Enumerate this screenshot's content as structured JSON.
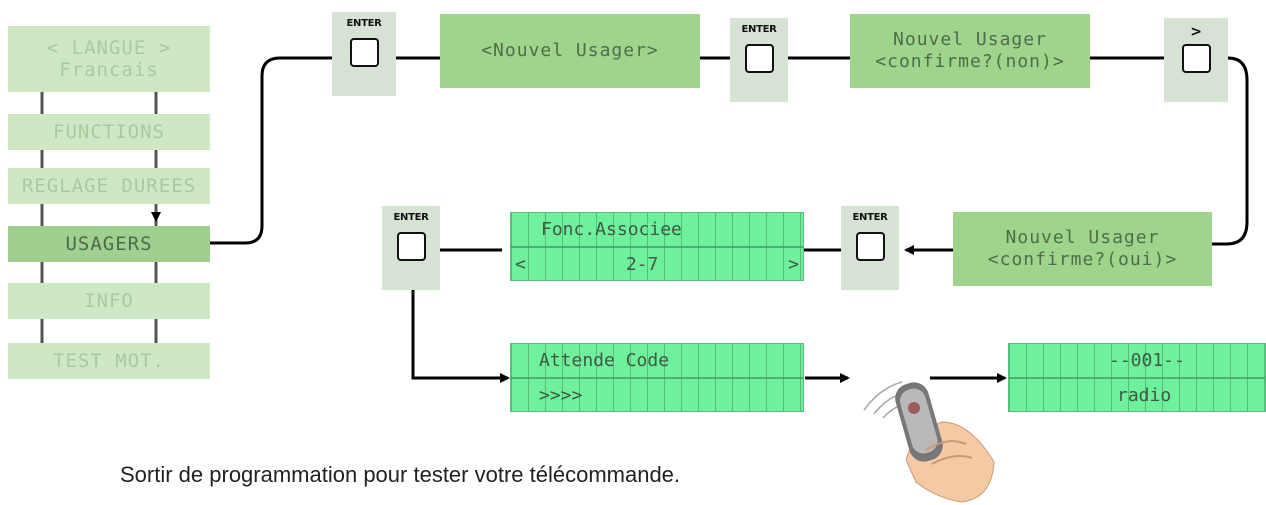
{
  "menu": {
    "langue": "< LANGUE >",
    "langue_value": "Francais",
    "functions": "FUNCTIONS",
    "reglage": "REGLAGE DUREES",
    "usagers": "USAGERS",
    "info": "INFO",
    "test": "TEST MOT."
  },
  "buttons": {
    "enter": "ENTER",
    "next": ">"
  },
  "displays": {
    "nouvel_usager": "<Nouvel Usager>",
    "confirm_non_line1": "Nouvel Usager",
    "confirm_non_line2": "<confirme?(non)>",
    "confirm_oui_line1": "Nouvel Usager",
    "confirm_oui_line2": "<confirme?(oui)>",
    "fonc_line1": "Fonc.Associee",
    "fonc_left": "<",
    "fonc_value": "2-7",
    "fonc_right": ">",
    "attende_line1": "Attende Code",
    "attende_line2": ">>>>",
    "radio_line1": "--001--",
    "radio_line2": "radio"
  },
  "caption": "Sortir de programmation pour tester votre télécommande."
}
